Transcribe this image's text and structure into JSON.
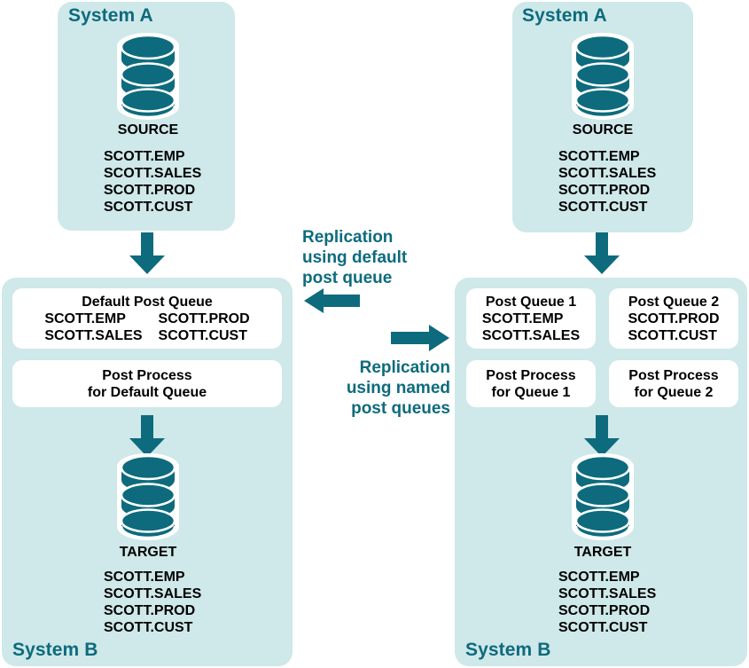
{
  "theme": {
    "teal": "#0d6b7d",
    "panel_bg": "#cfe8e9",
    "box_bg": "#ffffff",
    "text": "#000000",
    "page_bg": "#ffffff"
  },
  "left_diagram": {
    "source_panel": {
      "title": "System A",
      "db_label": "SOURCE",
      "tables": [
        "SCOTT.EMP",
        "SCOTT.SALES",
        "SCOTT.PROD",
        "SCOTT.CUST"
      ]
    },
    "target_panel": {
      "title": "System B",
      "db_label": "TARGET",
      "tables": [
        "SCOTT.EMP",
        "SCOTT.SALES",
        "SCOTT.PROD",
        "SCOTT.CUST"
      ],
      "queue_box": {
        "title": "Default Post Queue",
        "column_1": [
          "SCOTT.EMP",
          "SCOTT.SALES"
        ],
        "column_2": [
          "SCOTT.PROD",
          "SCOTT.CUST"
        ]
      },
      "process_box": {
        "line_1": "Post Process",
        "line_2": "for Default Queue"
      }
    }
  },
  "right_diagram": {
    "source_panel": {
      "title": "System A",
      "db_label": "SOURCE",
      "tables": [
        "SCOTT.EMP",
        "SCOTT.SALES",
        "SCOTT.PROD",
        "SCOTT.CUST"
      ]
    },
    "target_panel": {
      "title": "System B",
      "db_label": "TARGET",
      "tables": [
        "SCOTT.EMP",
        "SCOTT.SALES",
        "SCOTT.PROD",
        "SCOTT.CUST"
      ],
      "queue_box_1": {
        "title": "Post Queue 1",
        "tables": [
          "SCOTT.EMP",
          "SCOTT.SALES"
        ]
      },
      "queue_box_2": {
        "title": "Post Queue 2",
        "tables": [
          "SCOTT.PROD",
          "SCOTT.CUST"
        ]
      },
      "process_box_1": {
        "line_1": "Post Process",
        "line_2": "for Queue 1"
      },
      "process_box_2": {
        "line_1": "Post Process",
        "line_2": "for Queue 2"
      }
    }
  },
  "center": {
    "default_label": {
      "line_1": "Replication",
      "line_2": "using default",
      "line_3": "post queue"
    },
    "named_label": {
      "line_1": "Replication",
      "line_2": "using named",
      "line_3": "post queues"
    },
    "arrow_left_direction": "left",
    "arrow_right_direction": "right"
  }
}
